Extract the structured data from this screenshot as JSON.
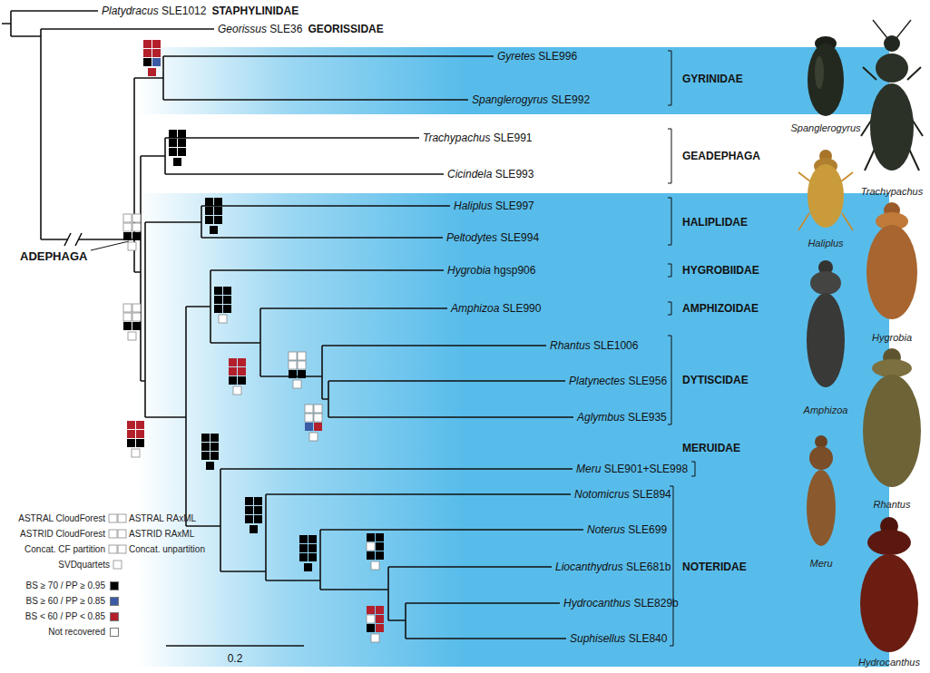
{
  "diagram": {
    "nodes": [
      {
        "text": [
          "Gyretes SLE996",
          "Spanglerogyrus SLE992",
          "GYRINIDAE"
        ]
      },
      {
        "text": [
          "Haliplus SLE997",
          "Peltodytes SLE994",
          "HALIPLIDAE",
          "Hygrobia hgsp906",
          "HYGROBIIDAE",
          "Amphizoa SLE990",
          "AMPHIZOIDAE",
          "Rhantus SLE1006",
          "Platynectes SLE956",
          "Aglymbus SLE935",
          "DYTISCIDAE",
          "MERUIDAE",
          "Meru SLE901+SLE998",
          "Notomicrus SLE894",
          "Noterus SLE699",
          "Liocanthydrus SLE681b",
          "Hydrocanthus SLE829b",
          "Suphisellus SLE840",
          "NOTERIDAE"
        ]
      }
    ],
    "labels": [
      "Platydracus SLE1012",
      "STAPHYLINIDAE",
      "Georissus SLE36",
      "GEORISSIDAE",
      "Trachypachus SLE991",
      "Cicindela SLE993",
      "GEADEPHAGA",
      "ADEPHAGA",
      "0.2",
      "Spanglerogyrus",
      "Trachypachus",
      "Haliplus",
      "Hygrobia",
      "Amphizoa",
      "Rhantus",
      "Meru",
      "Hydrocanthus"
    ],
    "legend": [
      {
        "text": "ASTRAL CloudForest"
      },
      {
        "text": "ASTRAL RAxML"
      },
      {
        "text": "ASTRID CloudForest"
      },
      {
        "text": "ASTRID RAxML"
      },
      {
        "text": "Concat. CF partition"
      },
      {
        "text": "Concat. unpartition"
      },
      {
        "text": "SVDquartets"
      },
      {
        "text": "BS ≥ 70 / PP ≥ 0.95",
        "color": "#000000"
      },
      {
        "text": "BS ≥ 60 / PP ≥ 0.85",
        "color": "#3b5ba5"
      },
      {
        "text": "BS < 60 / PP < 0.85",
        "color": "#b3202b"
      },
      {
        "text": "Not recovered",
        "color": "#ffffff"
      }
    ]
  }
}
